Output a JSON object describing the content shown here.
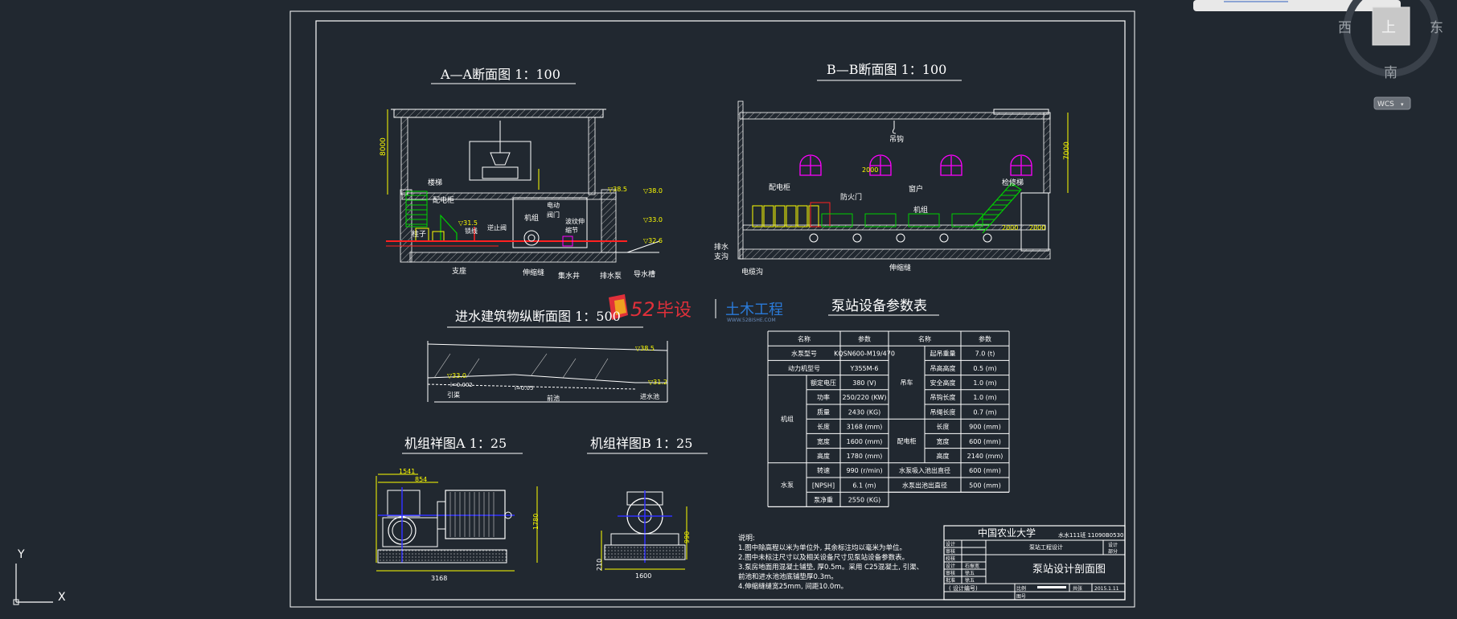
{
  "drawing": {
    "views": {
      "aa_title": "A—A断面图  1：100",
      "bb_title": "B—B断面图  1：100",
      "inlet_title": "进水建筑物纵断面图  1：500",
      "unit_a_title": "机组祥图A  1：25",
      "unit_b_title": "机组祥图B  1：25",
      "table_title": "泵站设备参数表"
    },
    "aa_labels": {
      "dim_height": "8000",
      "louti": "楼梯",
      "peidiangui": "配电柜",
      "zhuzi": "柱子",
      "zhizuo": "支座",
      "jizu": "机组",
      "diandong_famen": "电动\n阀门",
      "bozhuang": "波纹伸\n缩节",
      "suoxian": "锁线",
      "shensuofeng": "伸缩缝",
      "jishuijing": "集水井",
      "paishuibeng": "排水泵",
      "daoshuiqu": "导水槽",
      "lvl_38_5": "▽38.5",
      "lvl_38_0": "▽38.0",
      "lvl_33_0": "▽33.0",
      "lvl_32": "▽32.6",
      "lvl_31_5": "▽31.5",
      "nizhifa": "逆止阀"
    },
    "bb_labels": {
      "dim_height": "7000",
      "diaogou": "吊钩",
      "chuanghu": "窗户",
      "peidiangui": "配电柜",
      "fanghuomen": "防火门",
      "jizu": "机组",
      "jianxiuqiao": "检修梯",
      "paishui_zhigou": "排水\n支沟",
      "diancangou": "电缆沟",
      "shensuofeng": "伸缩缝",
      "dim_2000": "2000",
      "dim_2000b": "2000",
      "dim_1500": "2000"
    },
    "inlet_labels": {
      "lvl_38_5": "▽38.5",
      "lvl_33": "▽33.0",
      "lvl_31": "▽31.2",
      "slope_a": "i=0.002",
      "slope_b": "i=0.05",
      "yinqu": "引渠",
      "qianchi": "前池",
      "jinshuichi": "进水池"
    },
    "unit_a": {
      "dim_1541": "1541",
      "dim_854": "854",
      "dim_1780": "1780",
      "dim_3168": "3168"
    },
    "unit_b": {
      "dim_990": "990",
      "dim_210": "210",
      "dim_1600": "1600"
    },
    "watermark": {
      "num": "52",
      "brand": "毕设",
      "sub": "土木工程",
      "url": "WWW.52BISHE.COM"
    },
    "param_table": {
      "headers": [
        "名称",
        "参数",
        "名称",
        "参数"
      ],
      "left": [
        {
          "group": "",
          "name": "水泵型号",
          "value": "KQSN600-M19/470"
        },
        {
          "group": "",
          "name": "动力机型号",
          "value": "Y355M-6"
        },
        {
          "group": "机组",
          "name": "额定电压",
          "value": "380 (V)"
        },
        {
          "group": "机组",
          "name": "功率",
          "value": "250/220 (KW)"
        },
        {
          "group": "机组",
          "name": "质量",
          "value": "2430 (KG)"
        },
        {
          "group": "机组",
          "name": "长度",
          "value": "3168 (mm)"
        },
        {
          "group": "机组",
          "name": "宽度",
          "value": "1600 (mm)"
        },
        {
          "group": "机组",
          "name": "高度",
          "value": "1780 (mm)"
        },
        {
          "group": "水泵",
          "name": "转速",
          "value": "990 (r/min)"
        },
        {
          "group": "水泵",
          "name": "[NPSH]",
          "value": "6.1 (m)"
        },
        {
          "group": "水泵",
          "name": "泵净重",
          "value": "2550 (KG)"
        }
      ],
      "right": [
        {
          "group": "吊车",
          "name": "起吊重量",
          "value": "7.0 (t)"
        },
        {
          "group": "吊车",
          "name": "吊高高度",
          "value": "0.5 (m)"
        },
        {
          "group": "吊车",
          "name": "安全高度",
          "value": "1.0 (m)"
        },
        {
          "group": "吊车",
          "name": "吊钩长度",
          "value": "1.0 (m)"
        },
        {
          "group": "吊车",
          "name": "吊绳长度",
          "value": "0.7 (m)"
        },
        {
          "group": "配电柜",
          "name": "长度",
          "value": "900 (mm)"
        },
        {
          "group": "配电柜",
          "name": "宽度",
          "value": "600 (mm)"
        },
        {
          "group": "配电柜",
          "name": "高度",
          "value": "2140 (mm)"
        },
        {
          "group": "",
          "name": "水泵吸入池出直径",
          "value": "600 (mm)"
        },
        {
          "group": "",
          "name": "水泵出池出直径",
          "value": "500 (mm)"
        }
      ]
    },
    "notes": {
      "heading": "说明:",
      "lines": [
        "1.图中除高程以米为单位外, 其余标注均以毫米为单位。",
        "2.图中未标注尺寸以及相关设备尺寸见泵站设备参数表。",
        "3.泵房地面用混凝土铺垫, 厚0.5m。采用 C25混凝土, 引渠、",
        "  前池和进水池池底铺垫厚0.3m。",
        "4.伸缩缝缝宽25mm, 间距10.0m。"
      ]
    },
    "title_block": {
      "university": "中国农业大学",
      "class_info": "水水111班 11090B0530",
      "project": "泵站工程设计",
      "drawing_name": "泵站设计剖面图",
      "design_no": "( 设计编号)",
      "rows_left": [
        "设计",
        "审核",
        "校核",
        "设计",
        "审核",
        "批准"
      ],
      "rows_names": [
        "",
        "",
        "石振宽",
        "徐五",
        "徐五",
        ""
      ],
      "right_small": [
        "设计",
        "部分"
      ],
      "bottom": {
        "sheet_label": "比例",
        "page_label": "共张",
        "date": "2015.1.11",
        "num_label": "图号"
      }
    }
  },
  "viewcube": {
    "top": "上",
    "west": "西",
    "east": "东",
    "south": "南",
    "wcs": "WCS"
  },
  "ucs": {
    "y": "Y",
    "x": "X"
  },
  "colors": {
    "background": "#212830",
    "frame": "#ffffff",
    "concrete": "#c8c8c8",
    "equipment": "#ffff00",
    "stairs": "#00d000",
    "window": "#ff00ff",
    "pipe": "#ff2020",
    "axis": "#3030ff",
    "watermark_red": "#e0303a",
    "watermark_blue": "#2a7ad8"
  }
}
